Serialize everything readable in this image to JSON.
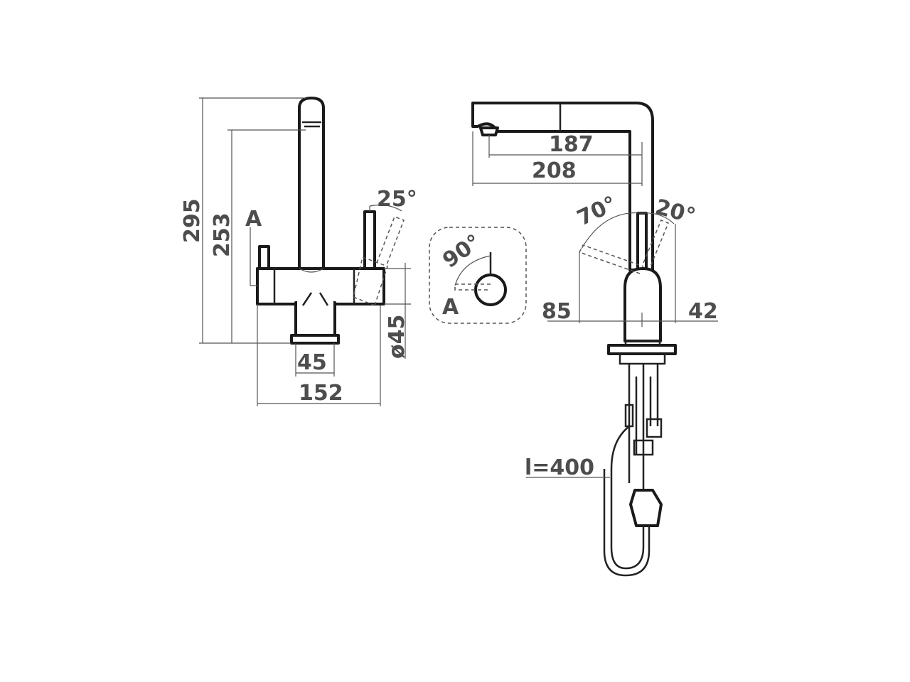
{
  "left_view": {
    "height_total": "295",
    "height_spout": "253",
    "label_a": "A",
    "handle_angle": "25°",
    "base_width": "45",
    "body_diameter": "ø45",
    "overall_width": "152"
  },
  "top_view": {
    "rotation_angle": "90°",
    "label_a": "A"
  },
  "right_view": {
    "spout_reach_inner": "187",
    "spout_reach_outer": "208",
    "angle_back": "70°",
    "angle_forward": "20°",
    "offset_back": "85",
    "offset_forward": "42",
    "hose_length": "l=400"
  }
}
